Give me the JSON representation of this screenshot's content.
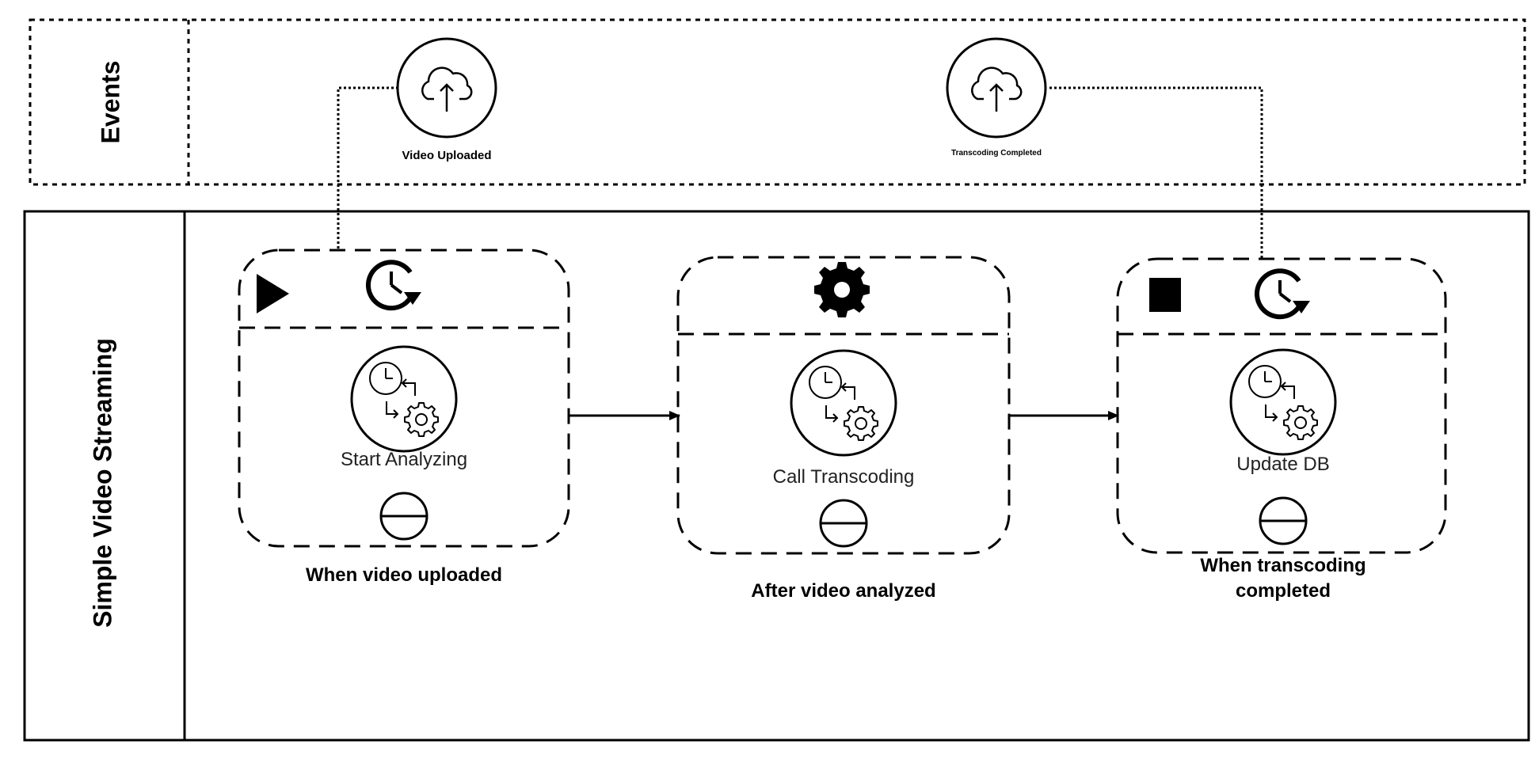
{
  "lanes": {
    "events_title": "Events",
    "process_title": "Simple Video Streaming"
  },
  "events": [
    {
      "label": "Video Uploaded",
      "icon": "cloud-upload-icon"
    },
    {
      "label": "Transcoding Completed",
      "icon": "cloud-upload-icon"
    }
  ],
  "steps": [
    {
      "task": "Start Analyzing",
      "caption": "When video uploaded",
      "marker": "start-triangle-icon",
      "trigger": "timer-event-icon"
    },
    {
      "task": "Call Transcoding",
      "caption": "After video analyzed",
      "marker": "",
      "trigger": "gear-icon"
    },
    {
      "task": "Update DB",
      "caption_line1": "When transcoding",
      "caption_line2": "completed",
      "marker": "end-square-icon",
      "trigger": "timer-event-icon"
    }
  ],
  "colors": {
    "stroke": "#000000",
    "background": "#ffffff"
  }
}
